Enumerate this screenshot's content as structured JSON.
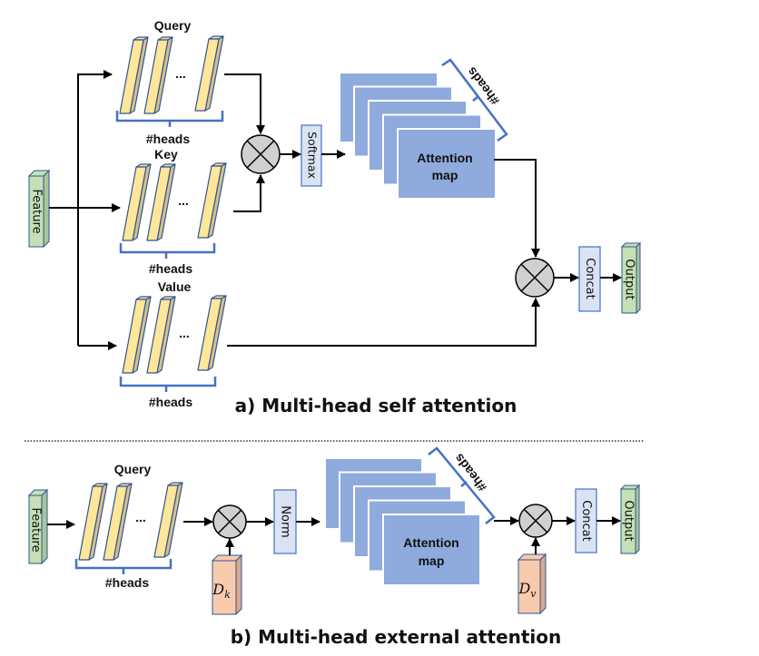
{
  "colors": {
    "bar_front": "#ffe699",
    "bar_side": "#d6c08a",
    "bar_stroke": "#2f5597",
    "feature_fill": "#c5e0b4",
    "feature_side": "#a9c597",
    "output_fill": "#c5e0b4",
    "box_fill": "#dae3f3",
    "box_stroke": "#4472c4",
    "attn_fill": "#8faadc",
    "circle_fill": "#d0d0d0",
    "memory_fill": "#f8cbad",
    "memory_side": "#d9a98f",
    "bracket": "#4472c4"
  },
  "panel_a": {
    "title": "a) Multi-head self attention",
    "feature_label": "Feature",
    "query_label": "Query",
    "key_label": "Key",
    "value_label": "Value",
    "heads_label_query": "#heads",
    "heads_label_key": "#heads",
    "heads_label_value": "#heads",
    "ellipsis": "...",
    "softmax_label": "Softmax",
    "attention_map_line1": "Attention",
    "attention_map_line2": "map",
    "attention_heads_label": "#heads",
    "concat_label": "Concat",
    "output_label": "Output"
  },
  "panel_b": {
    "title": "b) Multi-head external attention",
    "feature_label": "Feature",
    "query_label": "Query",
    "heads_label_query": "#heads",
    "ellipsis": "...",
    "dk_label": "D",
    "dk_sub": "k",
    "norm_label": "Norm",
    "attention_map_line1": "Attention",
    "attention_map_line2": "map",
    "attention_heads_label": "#heads",
    "dv_label": "D",
    "dv_sub": "v",
    "concat_label": "Concat",
    "output_label": "Output"
  }
}
